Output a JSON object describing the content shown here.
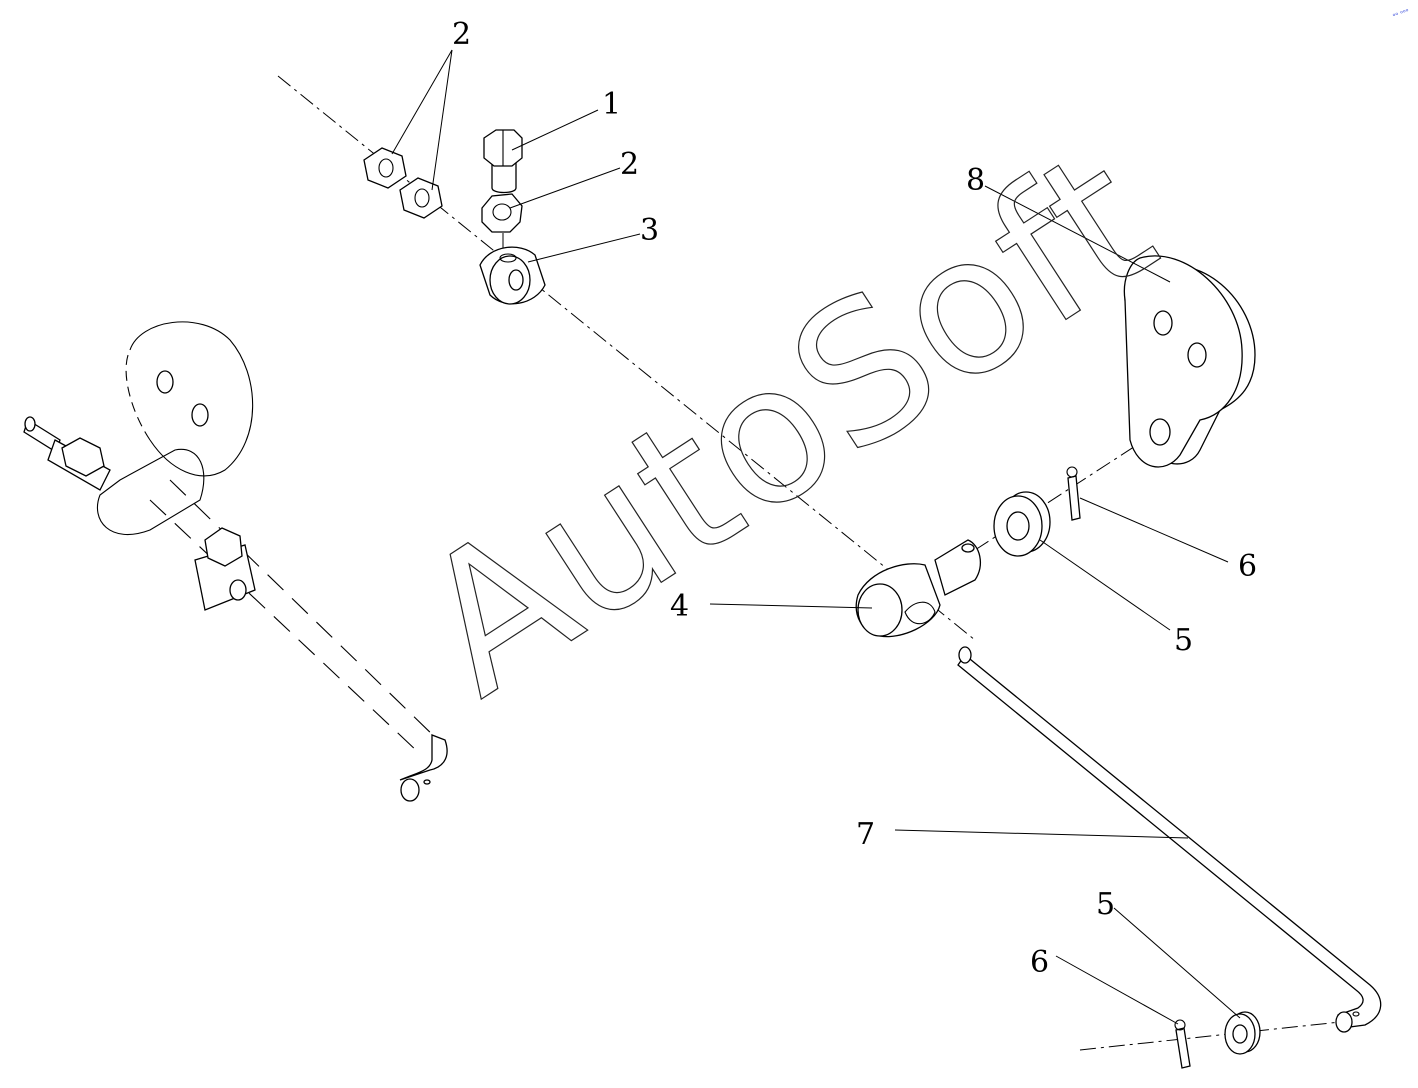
{
  "watermark": "AutoSoft",
  "callouts": [
    {
      "id": "c2a",
      "text": "2"
    },
    {
      "id": "c1",
      "text": "1"
    },
    {
      "id": "c2b",
      "text": "2"
    },
    {
      "id": "c3",
      "text": "3"
    },
    {
      "id": "c8",
      "text": "8"
    },
    {
      "id": "c6a",
      "text": "6"
    },
    {
      "id": "c5a",
      "text": "5"
    },
    {
      "id": "c4",
      "text": "4"
    },
    {
      "id": "c7",
      "text": "7"
    },
    {
      "id": "c5b",
      "text": "5"
    },
    {
      "id": "c6b",
      "text": "6"
    }
  ],
  "parts": [
    {
      "number": "1",
      "icon": "hex-bolt-icon"
    },
    {
      "number": "2",
      "icon": "hex-nut-icon"
    },
    {
      "number": "3",
      "icon": "swivel-block-icon"
    },
    {
      "number": "4",
      "icon": "lever-pin-icon"
    },
    {
      "number": "5",
      "icon": "washer-icon"
    },
    {
      "number": "6",
      "icon": "cotter-pin-icon"
    },
    {
      "number": "7",
      "icon": "link-rod-icon"
    },
    {
      "number": "8",
      "icon": "lever-plate-icon"
    }
  ],
  "corner_mark": "ᵒᵒ ᵒᵒᵒ"
}
